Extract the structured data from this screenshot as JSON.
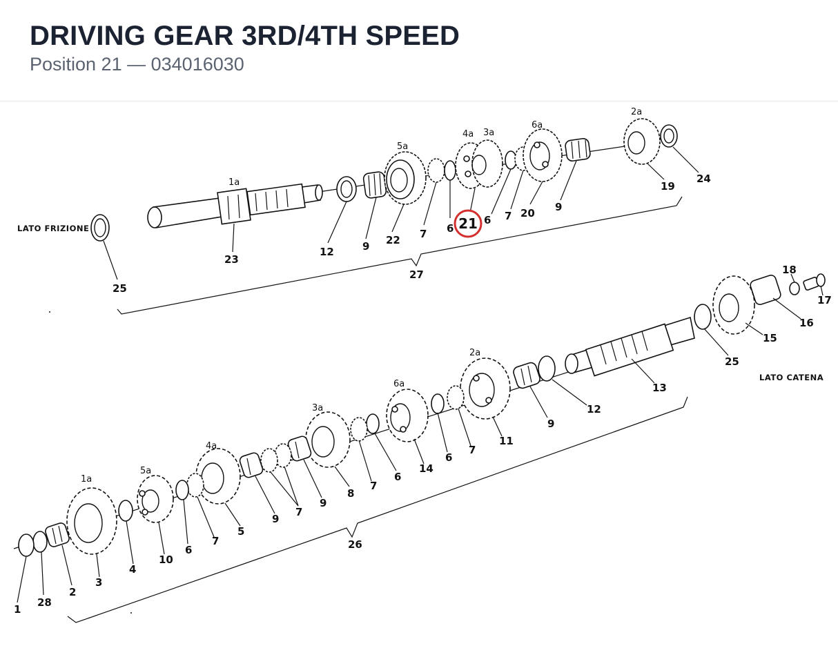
{
  "header": {
    "title": "DRIVING GEAR 3RD/4TH SPEED",
    "position_label": "Position 21",
    "separator": "—",
    "part_number": "034016030"
  },
  "highlight": {
    "number": "21",
    "color": "#d32f2f"
  },
  "side_labels": {
    "clutch_side": "LATO FRIZIONE",
    "chain_side": "LATO CATENA"
  },
  "gear_marks": {
    "top_1a": "1a",
    "top_5a": "5a",
    "top_4a": "4a",
    "top_3a": "3a",
    "top_6a": "6a",
    "top_2a": "2a",
    "bot_1a": "1a",
    "bot_5a": "5a",
    "bot_4a": "4a",
    "bot_3a": "3a",
    "bot_6a": "6a",
    "bot_2a": "2a"
  },
  "callouts": {
    "c25a": "25",
    "c23": "23",
    "c12a": "12",
    "c9a": "9",
    "c22": "22",
    "c7a": "7",
    "c6a": "6",
    "c6b": "6",
    "c7b": "7",
    "c20": "20",
    "c9b": "9",
    "c19": "19",
    "c24": "24",
    "c27": "27",
    "c18": "18",
    "c17": "17",
    "c16": "16",
    "c15": "15",
    "c25b": "25",
    "c13": "13",
    "c12b": "12",
    "c9c": "9",
    "c11": "11",
    "c7c": "7",
    "c6c": "6",
    "c14": "14",
    "c6d": "6",
    "c7d": "7",
    "c8": "8",
    "c9d": "9",
    "c7e": "7",
    "c9e": "9",
    "c5": "5",
    "c7f": "7",
    "c6e": "6",
    "c10": "10",
    "c4": "4",
    "c3": "3",
    "c2": "2",
    "c28": "28",
    "c1": "1",
    "c26": "26"
  }
}
